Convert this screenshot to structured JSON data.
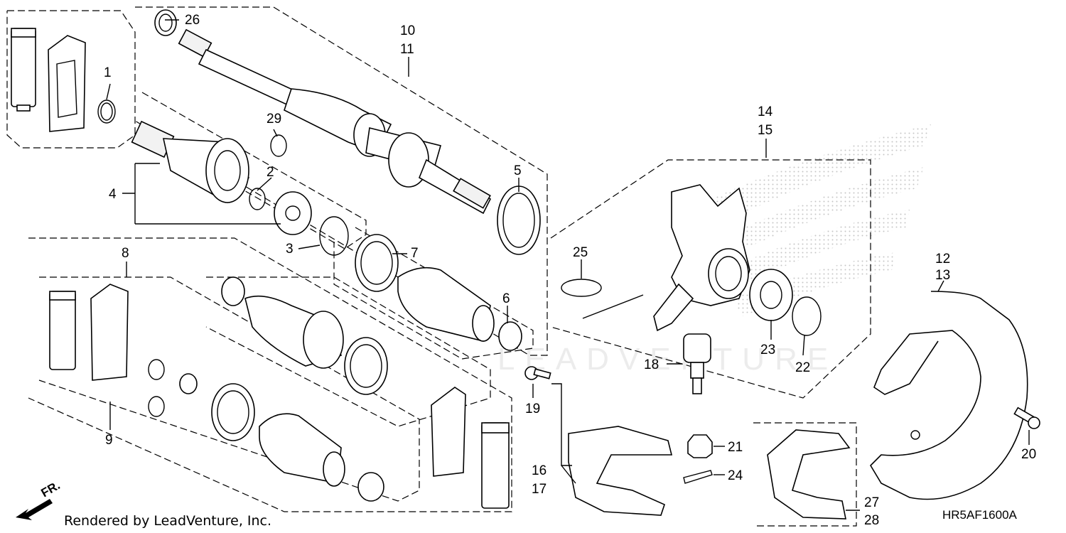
{
  "diagram": {
    "callouts": [
      {
        "id": "c1",
        "text": "1"
      },
      {
        "id": "c2",
        "text": "2"
      },
      {
        "id": "c3",
        "text": "3"
      },
      {
        "id": "c4",
        "text": "4"
      },
      {
        "id": "c5",
        "text": "5"
      },
      {
        "id": "c6",
        "text": "6"
      },
      {
        "id": "c7",
        "text": "7"
      },
      {
        "id": "c8",
        "text": "8"
      },
      {
        "id": "c9",
        "text": "9"
      },
      {
        "id": "c10",
        "text": "10"
      },
      {
        "id": "c11",
        "text": "11"
      },
      {
        "id": "c12",
        "text": "12"
      },
      {
        "id": "c13",
        "text": "13"
      },
      {
        "id": "c14",
        "text": "14"
      },
      {
        "id": "c15",
        "text": "15"
      },
      {
        "id": "c16",
        "text": "16"
      },
      {
        "id": "c17",
        "text": "17"
      },
      {
        "id": "c18",
        "text": "18"
      },
      {
        "id": "c19",
        "text": "19"
      },
      {
        "id": "c20",
        "text": "20"
      },
      {
        "id": "c21",
        "text": "21"
      },
      {
        "id": "c22",
        "text": "22"
      },
      {
        "id": "c23",
        "text": "23"
      },
      {
        "id": "c24",
        "text": "24"
      },
      {
        "id": "c25",
        "text": "25"
      },
      {
        "id": "c26",
        "text": "26"
      },
      {
        "id": "c27",
        "text": "27"
      },
      {
        "id": "c28",
        "text": "28"
      },
      {
        "id": "c29",
        "text": "29"
      }
    ],
    "front_indicator": "FR.",
    "credit": "Rendered by LeadVenture, Inc.",
    "diagram_code": "HR5AF1600A",
    "watermark": "LEADVENTURE"
  }
}
